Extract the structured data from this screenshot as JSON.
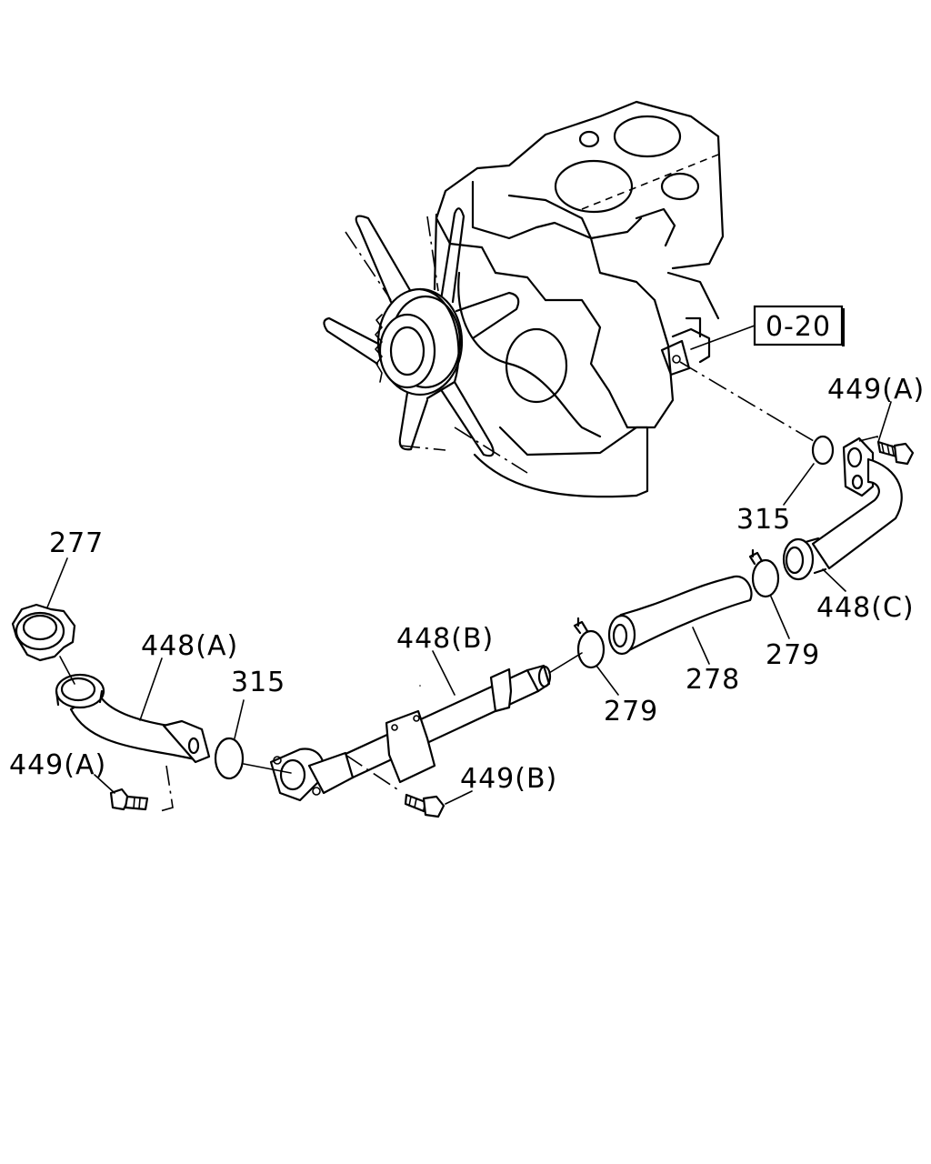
{
  "labels": {
    "ref_box": "0-20",
    "p449a_top": "449(A)",
    "p315_top": "315",
    "p448c": "448(C)",
    "p279_right": "279",
    "p278": "278",
    "p279_left": "279",
    "p448b": "448(B)",
    "p449b": "449(B)",
    "p315_left": "315",
    "p448a": "448(A)",
    "p277": "277",
    "p449a_left": "449(A)"
  }
}
